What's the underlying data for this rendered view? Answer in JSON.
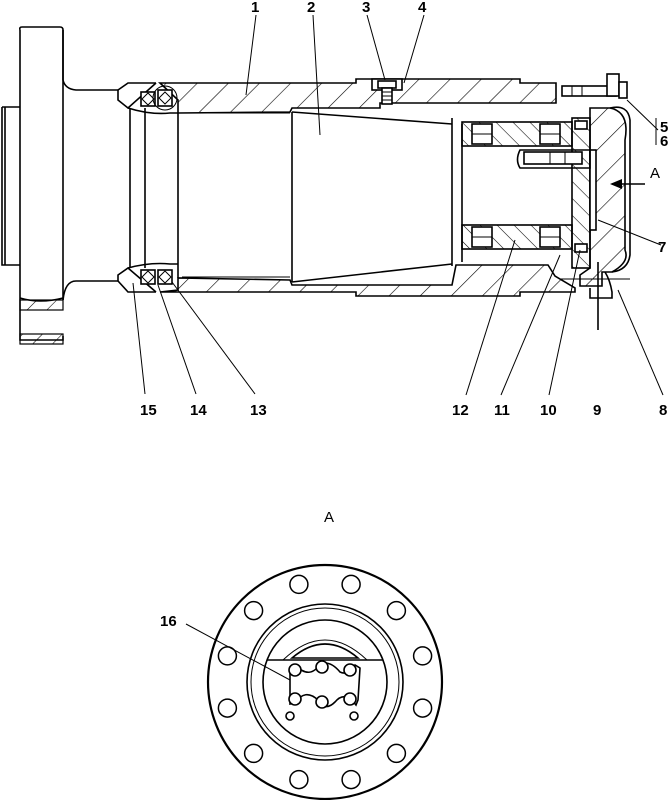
{
  "drawing": {
    "type": "mechanical sectional assembly drawing",
    "section_view": {
      "callouts": [
        {
          "id": "c1",
          "label": "1"
        },
        {
          "id": "c2",
          "label": "2"
        },
        {
          "id": "c3",
          "label": "3"
        },
        {
          "id": "c4",
          "label": "4"
        },
        {
          "id": "c5",
          "label": "5"
        },
        {
          "id": "c6",
          "label": "6"
        },
        {
          "id": "c7",
          "label": "7"
        },
        {
          "id": "c8",
          "label": "8"
        },
        {
          "id": "c9",
          "label": "9"
        },
        {
          "id": "c10",
          "label": "10"
        },
        {
          "id": "c11",
          "label": "11"
        },
        {
          "id": "c12",
          "label": "12"
        },
        {
          "id": "c13",
          "label": "13"
        },
        {
          "id": "c14",
          "label": "14"
        },
        {
          "id": "c15",
          "label": "15"
        }
      ],
      "view_arrow_label": "A"
    },
    "view_a": {
      "title": "A",
      "callouts": [
        {
          "id": "c16",
          "label": "16"
        }
      ]
    }
  },
  "colors": {
    "line": "#000000",
    "background": "#ffffff"
  }
}
